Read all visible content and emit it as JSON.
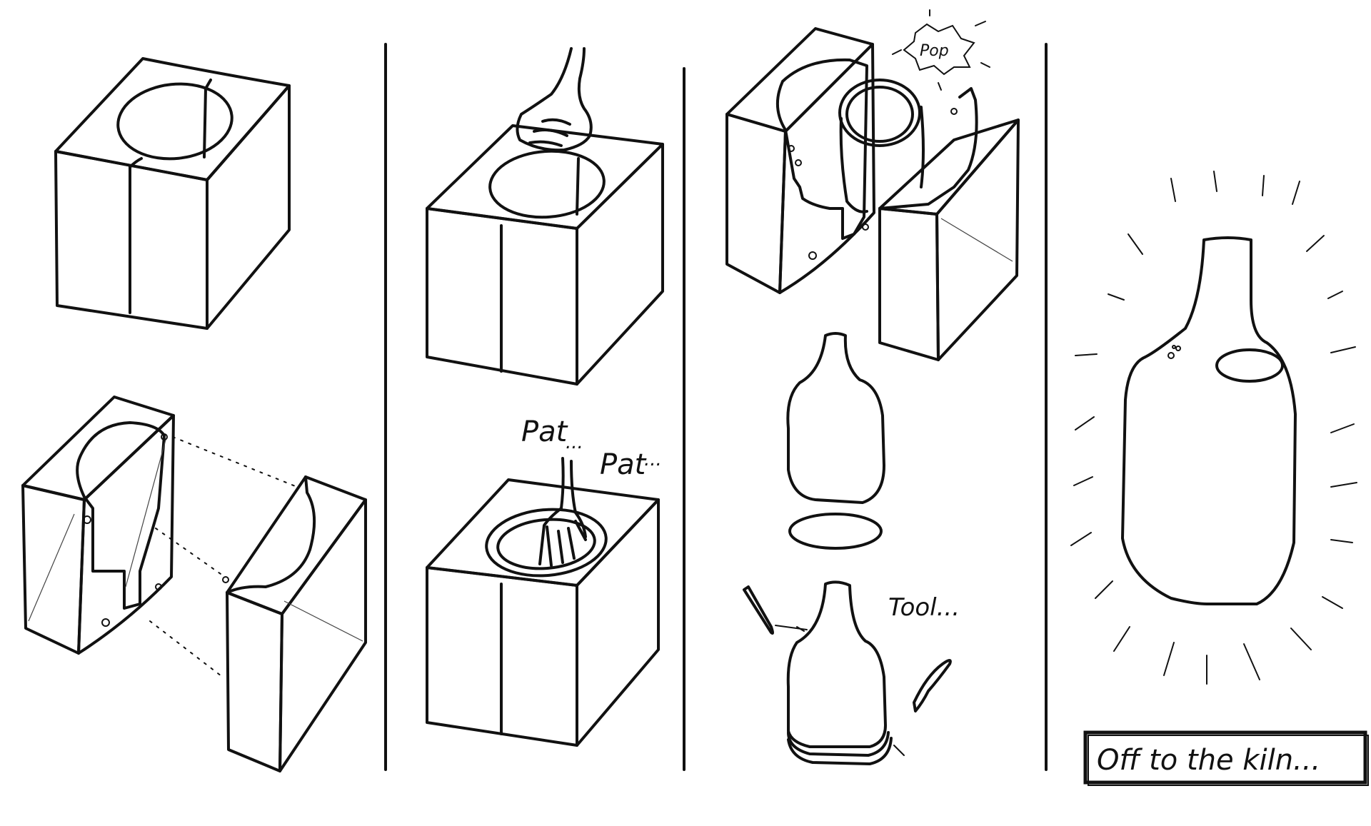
{
  "panels": [
    {
      "id": "split-mold"
    },
    {
      "id": "press-clay"
    },
    {
      "id": "release-and-tool"
    },
    {
      "id": "finished-bottle"
    }
  ],
  "labels": {
    "pat_1": "Pat",
    "pat_2": "Pat",
    "pat_dots_1": "...",
    "pat_dots_2": "...",
    "pop": "Pop",
    "tool": "Tool...",
    "caption": "Off to the kiln..."
  },
  "colors": {
    "ink": "#111111",
    "background": "#ffffff"
  }
}
